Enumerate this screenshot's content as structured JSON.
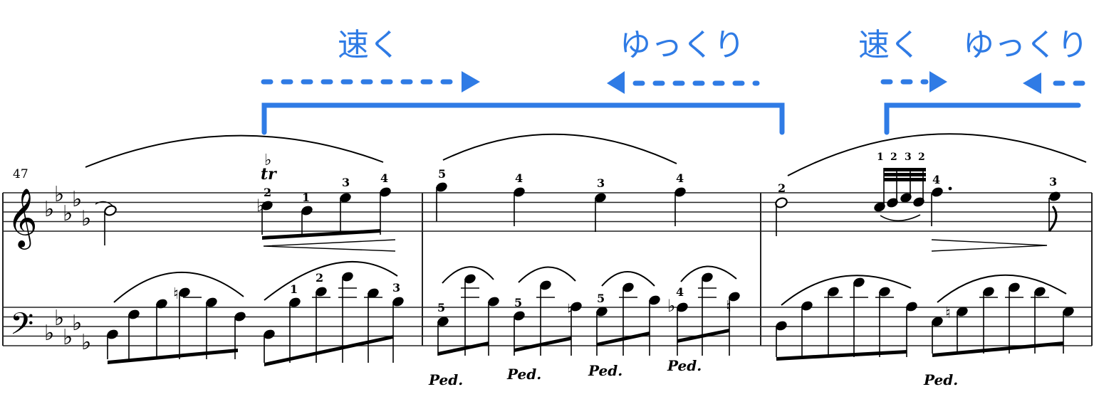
{
  "annotations": {
    "color": "#2f7be5",
    "labels": [
      {
        "id": "fast-1",
        "text": "速く",
        "direction": "right"
      },
      {
        "id": "slow-1",
        "text": "ゆっくり",
        "direction": "left"
      },
      {
        "id": "fast-2",
        "text": "速く",
        "direction": "right"
      },
      {
        "id": "slow-2",
        "text": "ゆっくり",
        "direction": "left"
      }
    ]
  },
  "score": {
    "measure_number": "47",
    "key_signature": "5 flats (D♭ major / B♭ minor)",
    "clefs": {
      "treble": "𝄞",
      "bass": "𝄢"
    },
    "accidentals": {
      "flat": "♭",
      "natural": "♮"
    },
    "trill": {
      "symbol": "tr",
      "accidental": "♭"
    },
    "treble_fingerings": {
      "m1": [
        "2",
        "1",
        "3",
        "4"
      ],
      "m2": [
        "5",
        "4",
        "3",
        "4"
      ],
      "m3_first": "2",
      "m3_grace": [
        "1",
        "2",
        "3",
        "2"
      ],
      "m3_dotted": "4",
      "m3_last": "3"
    },
    "bass_fingerings": {
      "m1": [
        "1",
        "2",
        "3"
      ],
      "m2": [
        "5",
        "5",
        "5",
        "4"
      ]
    },
    "pedal_marks": [
      "Ped.",
      "Ped.",
      "Ped.",
      "Ped.",
      "Ped."
    ]
  }
}
